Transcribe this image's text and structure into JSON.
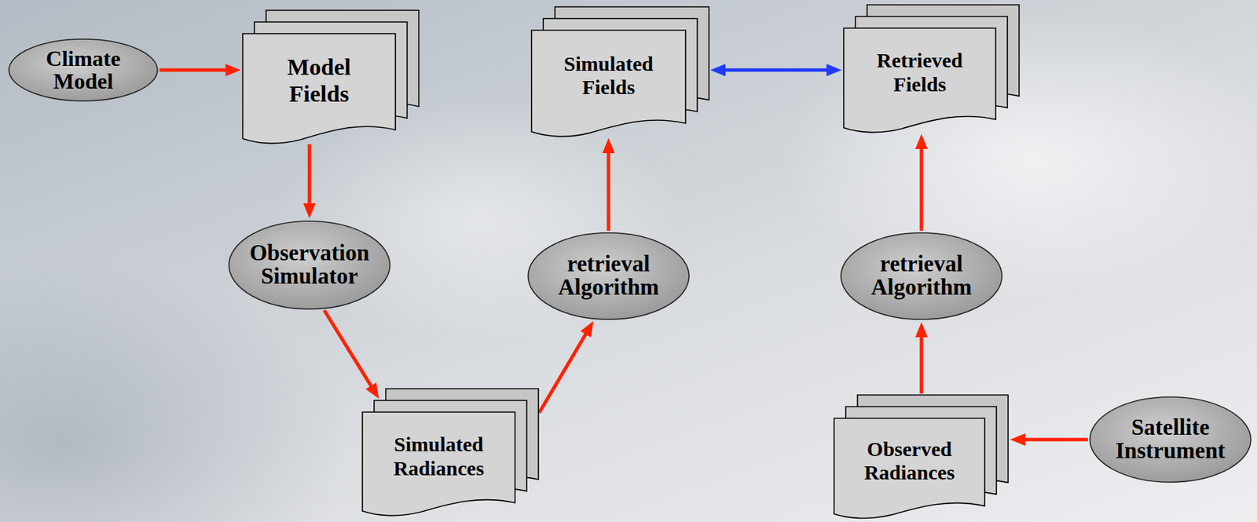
{
  "diagram": {
    "nodes": [
      {
        "text": [
          "Climate Model"
        ]
      },
      {
        "text": [
          "Model Fields"
        ]
      },
      {
        "text": [
          "Simulated Fields"
        ]
      },
      {
        "text": [
          "Retrieved Fields"
        ]
      },
      {
        "text": [
          "Observation Simulator"
        ]
      },
      {
        "text": [
          "retrieval Algorithm"
        ]
      },
      {
        "text": [
          "retrieval Algorithm"
        ]
      },
      {
        "text": [
          "Simulated Radiances"
        ]
      },
      {
        "text": [
          "Observed Radiances"
        ]
      },
      {
        "text": [
          "Satellite Instrument"
        ]
      }
    ],
    "edges": [
      {
        "from": 0,
        "to": 1,
        "arrow": "to"
      },
      {
        "from": 1,
        "to": 4,
        "arrow": "to"
      },
      {
        "from": 4,
        "to": 7,
        "arrow": "to"
      },
      {
        "from": 7,
        "to": 5,
        "arrow": "to"
      },
      {
        "from": 5,
        "to": 2,
        "arrow": "to"
      },
      {
        "from": 2,
        "to": 3,
        "arrow": "both"
      },
      {
        "from": 8,
        "to": 6,
        "arrow": "to"
      },
      {
        "from": 6,
        "to": 3,
        "arrow": "to"
      },
      {
        "from": 9,
        "to": 8,
        "arrow": "to"
      }
    ]
  }
}
